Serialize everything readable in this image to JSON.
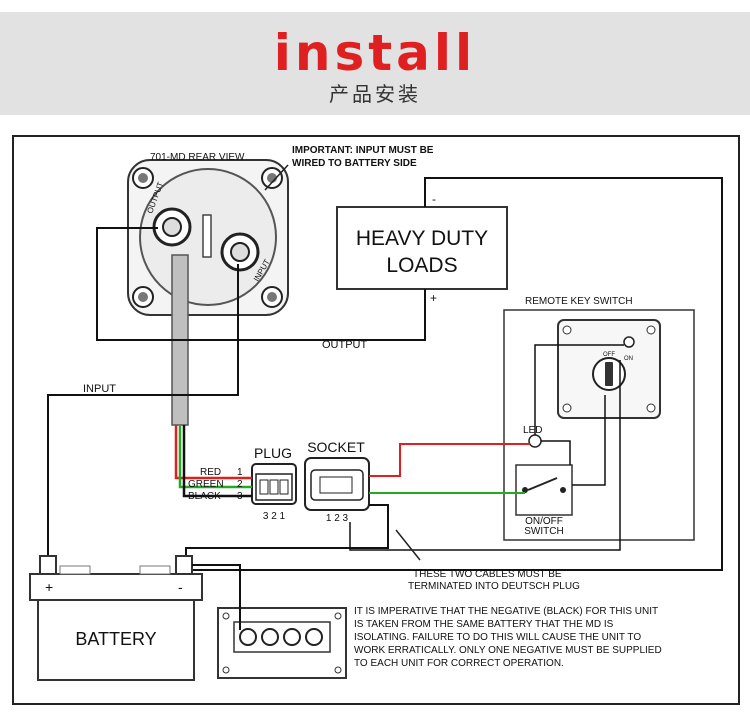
{
  "banner": {
    "title": "install",
    "subtitle": "产品安装",
    "title_color": "#e02020",
    "background": "#e2e2e2"
  },
  "diagram": {
    "disconnect_label": "701-MD REAR VIEW",
    "disconnect_output_label": "OUTPUT",
    "disconnect_input_label": "INPUT",
    "important_note": [
      "IMPORTANT: INPUT MUST BE",
      "WIRED TO BATTERY SIDE"
    ],
    "loads": [
      "HEAVY DUTY",
      "LOADS"
    ],
    "loads_minus": "-",
    "loads_plus": "+",
    "output_wire": "OUTPUT",
    "input_wire": "INPUT",
    "remote_key_switch": "REMOTE KEY SWITCH",
    "key_off": "OFF",
    "key_on": "ON",
    "led": "LED",
    "onoff_switch": [
      "ON/OFF",
      "SWITCH"
    ],
    "plug": "PLUG",
    "socket": "SOCKET",
    "wires": [
      {
        "label": "RED",
        "pin": "1",
        "color": "#e02020"
      },
      {
        "label": "GREEN",
        "pin": "2",
        "color": "#22aa22"
      },
      {
        "label": "BLACK",
        "pin": "3",
        "color": "#111111"
      }
    ],
    "plug_pins": "3 2 1",
    "socket_pins": "1 2 3",
    "cables_note": [
      "THESE TWO CABLES MUST BE",
      "TERMINATED INTO DEUTSCH PLUG"
    ],
    "battery": "BATTERY",
    "battery_plus": "+",
    "battery_minus": "-",
    "warning": [
      "IT IS IMPERATIVE THAT THE NEGATIVE (BLACK) FOR THIS UNIT",
      "IS TAKEN FROM THE SAME BATTERY THAT THE MD IS",
      "ISOLATING. FAILURE TO DO THIS WILL CAUSE THE UNIT TO",
      "WORK ERRATICALLY. ONLY ONE NEGATIVE MUST BE SUPPLIED",
      "TO EACH UNIT FOR CORRECT OPERATION."
    ]
  }
}
